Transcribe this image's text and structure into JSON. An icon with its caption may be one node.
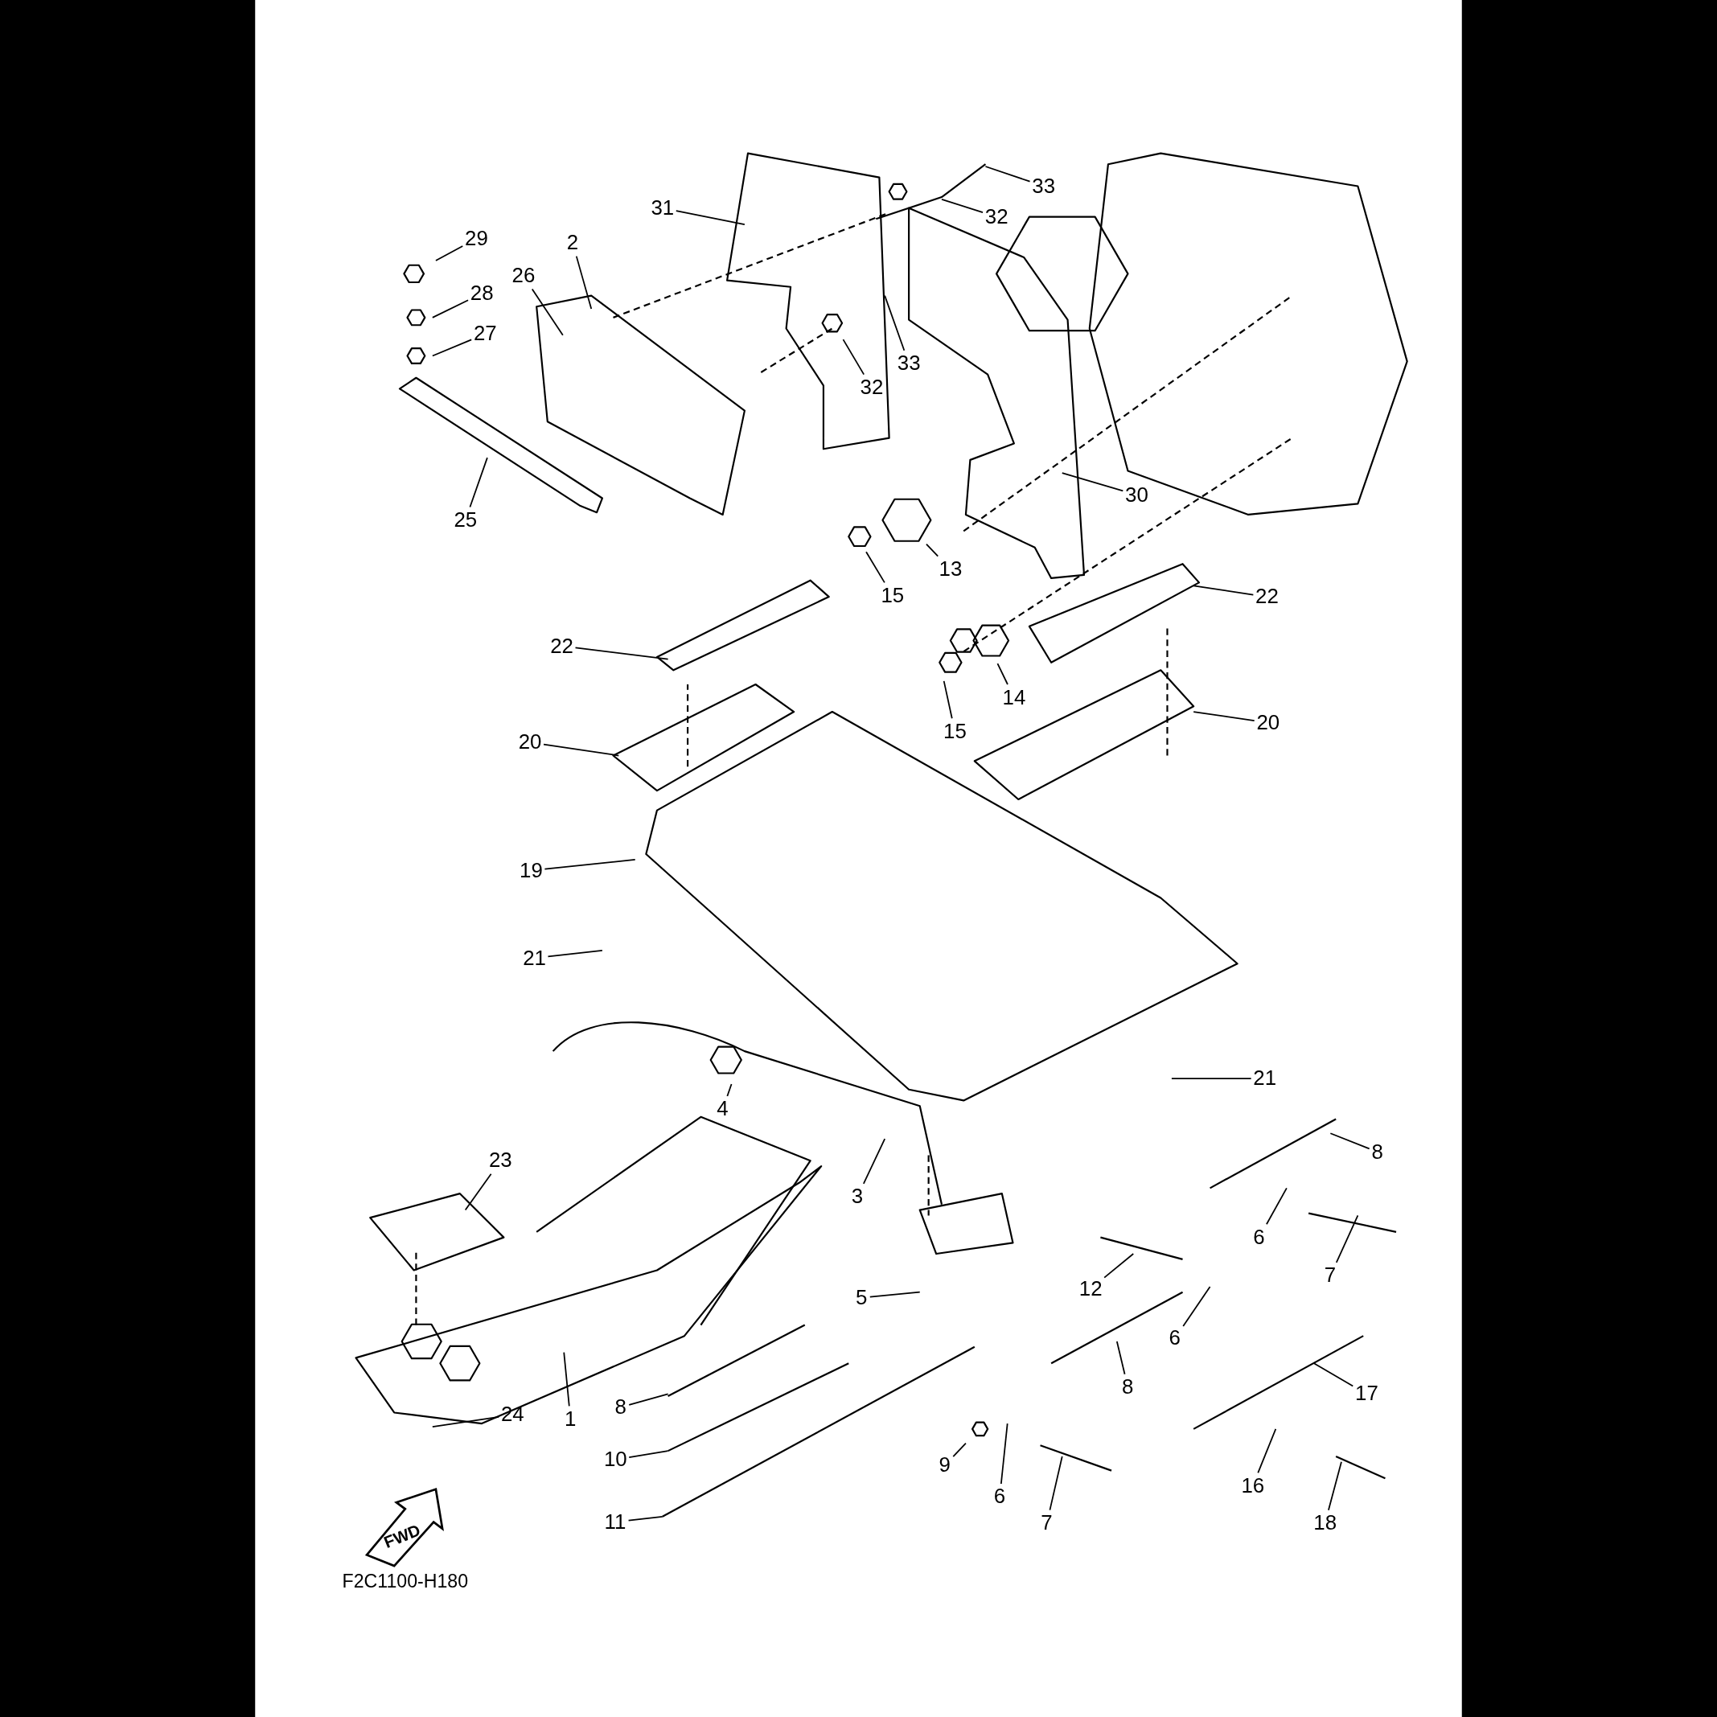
{
  "diagram": {
    "nodes": [
      {
        "text": [
          "31"
        ]
      },
      {
        "text": [
          "33"
        ]
      },
      {
        "text": [
          "32"
        ]
      },
      {
        "text": [
          "29"
        ]
      },
      {
        "text": [
          "2"
        ]
      },
      {
        "text": [
          "26"
        ]
      },
      {
        "text": [
          "28"
        ]
      },
      {
        "text": [
          "27"
        ]
      },
      {
        "text": [
          "33"
        ]
      },
      {
        "text": [
          "32"
        ]
      },
      {
        "text": [
          "30"
        ]
      },
      {
        "text": [
          "25"
        ]
      },
      {
        "text": [
          "13"
        ]
      },
      {
        "text": [
          "15"
        ]
      },
      {
        "text": [
          "22"
        ]
      },
      {
        "text": [
          "22"
        ]
      },
      {
        "text": [
          "14"
        ]
      },
      {
        "text": [
          "15"
        ]
      },
      {
        "text": [
          "20"
        ]
      },
      {
        "text": [
          "20"
        ]
      },
      {
        "text": [
          "19"
        ]
      },
      {
        "text": [
          "21"
        ]
      },
      {
        "text": [
          "21"
        ]
      },
      {
        "text": [
          "8"
        ]
      },
      {
        "text": [
          "4"
        ]
      },
      {
        "text": [
          "23"
        ]
      },
      {
        "text": [
          "3"
        ]
      },
      {
        "text": [
          "6"
        ]
      },
      {
        "text": [
          "7"
        ]
      },
      {
        "text": [
          "12"
        ]
      },
      {
        "text": [
          "5"
        ]
      },
      {
        "text": [
          "6"
        ]
      },
      {
        "text": [
          "8"
        ]
      },
      {
        "text": [
          "17"
        ]
      },
      {
        "text": [
          "24"
        ]
      },
      {
        "text": [
          "1"
        ]
      },
      {
        "text": [
          "8"
        ]
      },
      {
        "text": [
          "10"
        ]
      },
      {
        "text": [
          "9"
        ]
      },
      {
        "text": [
          "6"
        ]
      },
      {
        "text": [
          "7"
        ]
      },
      {
        "text": [
          "16"
        ]
      },
      {
        "text": [
          "18"
        ]
      },
      {
        "text": [
          "11"
        ]
      }
    ],
    "edges": [
      {
        "from": 0,
        "to": null,
        "arrow": "none"
      },
      {
        "from": 1,
        "to": null,
        "arrow": "none"
      },
      {
        "from": 2,
        "to": null,
        "arrow": "none"
      },
      {
        "from": 3,
        "to": null,
        "arrow": "none"
      },
      {
        "from": 4,
        "to": null,
        "arrow": "none"
      },
      {
        "from": 5,
        "to": null,
        "arrow": "none"
      },
      {
        "from": 6,
        "to": null,
        "arrow": "none"
      },
      {
        "from": 7,
        "to": null,
        "arrow": "none"
      },
      {
        "from": 8,
        "to": null,
        "arrow": "none"
      },
      {
        "from": 9,
        "to": null,
        "arrow": "none"
      },
      {
        "from": 10,
        "to": null,
        "arrow": "none"
      },
      {
        "from": 11,
        "to": null,
        "arrow": "none"
      },
      {
        "from": 12,
        "to": null,
        "arrow": "none"
      },
      {
        "from": 13,
        "to": null,
        "arrow": "none"
      },
      {
        "from": 14,
        "to": null,
        "arrow": "none"
      },
      {
        "from": 15,
        "to": null,
        "arrow": "none"
      },
      {
        "from": 16,
        "to": null,
        "arrow": "none"
      },
      {
        "from": 17,
        "to": null,
        "arrow": "none"
      },
      {
        "from": 18,
        "to": null,
        "arrow": "none"
      },
      {
        "from": 19,
        "to": null,
        "arrow": "none"
      },
      {
        "from": 20,
        "to": null,
        "arrow": "none"
      },
      {
        "from": 21,
        "to": null,
        "arrow": "none"
      },
      {
        "from": 22,
        "to": null,
        "arrow": "none"
      },
      {
        "from": 23,
        "to": null,
        "arrow": "none"
      },
      {
        "from": 24,
        "to": null,
        "arrow": "none"
      },
      {
        "from": 25,
        "to": null,
        "arrow": "none"
      },
      {
        "from": 26,
        "to": null,
        "arrow": "none"
      },
      {
        "from": 27,
        "to": null,
        "arrow": "none"
      },
      {
        "from": 28,
        "to": null,
        "arrow": "none"
      },
      {
        "from": 29,
        "to": null,
        "arrow": "none"
      },
      {
        "from": 30,
        "to": null,
        "arrow": "none"
      },
      {
        "from": 31,
        "to": null,
        "arrow": "none"
      },
      {
        "from": 32,
        "to": null,
        "arrow": "none"
      },
      {
        "from": 33,
        "to": null,
        "arrow": "none"
      },
      {
        "from": 34,
        "to": null,
        "arrow": "none"
      },
      {
        "from": 35,
        "to": null,
        "arrow": "none"
      },
      {
        "from": 36,
        "to": null,
        "arrow": "none"
      },
      {
        "from": 37,
        "to": null,
        "arrow": "none"
      },
      {
        "from": 38,
        "to": null,
        "arrow": "none"
      },
      {
        "from": 39,
        "to": null,
        "arrow": "none"
      },
      {
        "from": 40,
        "to": null,
        "arrow": "none"
      },
      {
        "from": 41,
        "to": null,
        "arrow": "none"
      },
      {
        "from": 42,
        "to": null,
        "arrow": "none"
      },
      {
        "from": 43,
        "to": null,
        "arrow": "none"
      }
    ],
    "labels": [
      "FWD",
      "F2C1100-H180"
    ]
  }
}
